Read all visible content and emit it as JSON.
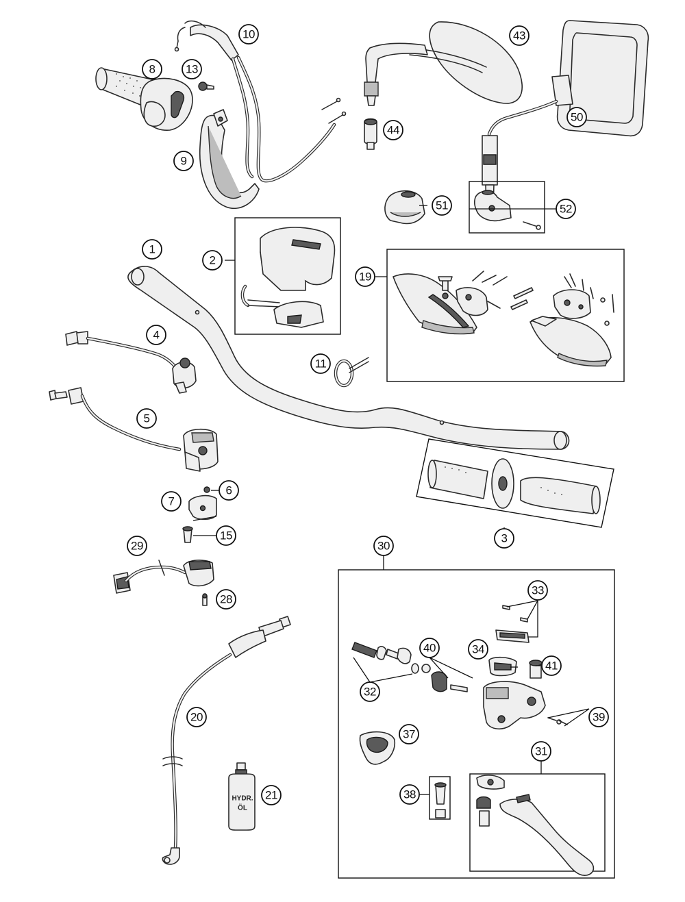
{
  "callouts": {
    "c1": "1",
    "c2": "2",
    "c3": "3",
    "c4": "4",
    "c5": "5",
    "c6": "6",
    "c7": "7",
    "c8": "8",
    "c9": "9",
    "c10": "10",
    "c11": "11",
    "c13": "13",
    "c15": "15",
    "c19": "19",
    "c20": "20",
    "c21": "21",
    "c28": "28",
    "c29": "29",
    "c30": "30",
    "c31": "31",
    "c32": "32",
    "c33": "33",
    "c34": "34",
    "c37": "37",
    "c38": "38",
    "c39": "39",
    "c40": "40",
    "c41": "41",
    "c43": "43",
    "c44": "44",
    "c50": "50",
    "c51": "51",
    "c52": "52"
  },
  "bottle_label": {
    "line1": "HYDR.",
    "line2": "ÖL"
  },
  "colors": {
    "line": "#2a2a2a",
    "fill": "#efefef",
    "dark": "#5a5a5a"
  }
}
